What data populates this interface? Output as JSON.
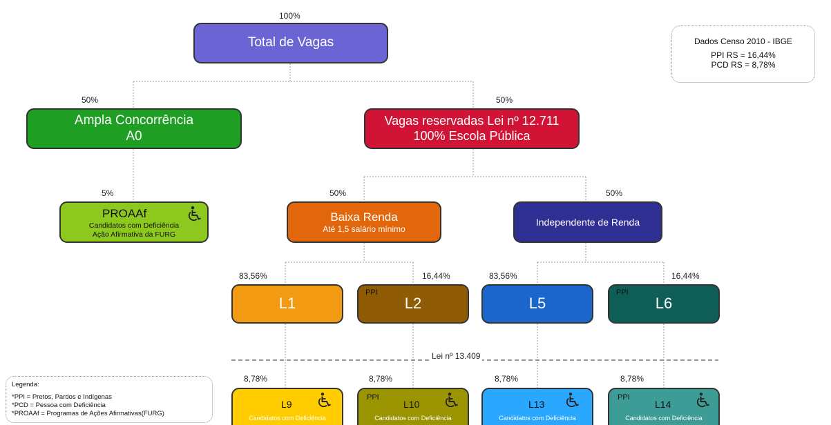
{
  "root": {
    "percent": "100%",
    "label": "Total de Vagas",
    "color": "#6B64D4"
  },
  "census": {
    "title": "Dados Censo 2010 - IBGE",
    "ppi": "PPI RS = 16,44%",
    "pcd": "PCD RS = 8,78%"
  },
  "ampla": {
    "percent": "50%",
    "line1": "Ampla Concorrência",
    "line2": "A0",
    "color": "#1E9E22"
  },
  "reservadas": {
    "percent": "50%",
    "line1": "Vagas reservadas Lei nº 12.711",
    "line2": "100% Escola Pública",
    "color": "#D11435"
  },
  "proaaf": {
    "percent": "5%",
    "title": "PROAAf",
    "line1": "Candidatos com Deficiência",
    "line2": "Ação Afirmativa da FURG",
    "color": "#8DC81E"
  },
  "baixa": {
    "percent": "50%",
    "line1": "Baixa Renda",
    "line2": "Até 1,5 salário mínimo",
    "color": "#E2670C"
  },
  "independente": {
    "percent": "50%",
    "line1": "Independente de Renda",
    "color": "#2E2E93"
  },
  "l1": {
    "percent": "83,56%",
    "code": "L1",
    "color": "#F19A12"
  },
  "l2": {
    "percent": "16,44%",
    "tag": "PPI",
    "code": "L2",
    "color": "#8F5B05"
  },
  "l5": {
    "percent": "83,56%",
    "code": "L5",
    "color": "#1A66CC"
  },
  "l6": {
    "percent": "16,44%",
    "tag": "PPI",
    "code": "L6",
    "color": "#0F5D57"
  },
  "law": {
    "label": "Lei nº 13.409"
  },
  "l9": {
    "percent": "8,78%",
    "code": "L9",
    "sub": "Candidatos com Deficiência",
    "color": "#FFCC00"
  },
  "l10": {
    "percent": "8,78%",
    "tag": "PPI",
    "code": "L10",
    "sub": "Candidatos com Deficiência",
    "color": "#9A9400"
  },
  "l13": {
    "percent": "8,78%",
    "code": "L13",
    "sub": "Candidatos com Deficiência",
    "color": "#2AA7FF"
  },
  "l14": {
    "percent": "8,78%",
    "tag": "PPI",
    "code": "L14",
    "sub": "Candidatos com Deficiência",
    "color": "#3E9C97"
  },
  "legend": {
    "title": "Legenda:",
    "item1": "*PPI = Pretos, Pardos e Indígenas",
    "item2": "*PCD = Pessoa com Deficiência",
    "item3": "*PROAAf = Programas de Ações Afirmativas(FURG)"
  },
  "icons": {
    "accessibility": "wheelchair-icon"
  }
}
